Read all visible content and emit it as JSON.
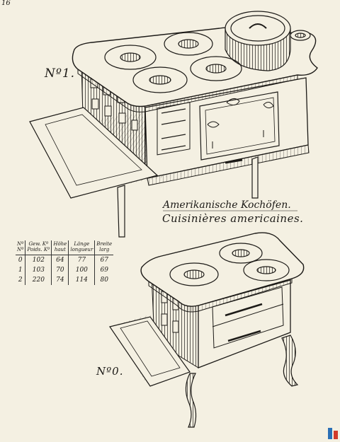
{
  "page_number": "16",
  "plate": {
    "label_no1": "Nº1.",
    "label_no0": "Nº0.",
    "caption_german": "Amerikanische Kochöfen.",
    "caption_french": "Cuisinières americaines."
  },
  "spec_table": {
    "headers": [
      [
        "Nº",
        "Nº"
      ],
      [
        "Gew. Kº",
        "Poids. Kº"
      ],
      [
        "Höhe",
        "haut"
      ],
      [
        "Länge",
        "longueur"
      ],
      [
        "Breite",
        "larg"
      ]
    ],
    "rows": [
      [
        "0",
        "102",
        "64",
        "77",
        "67"
      ],
      [
        "1",
        "103",
        "70",
        "100",
        "69"
      ],
      [
        "2",
        "220",
        "74",
        "114",
        "80"
      ]
    ]
  },
  "colors": {
    "paper": "#f4f0e2",
    "ink": "#1c1a17",
    "logo_blue": "#2a6fb5",
    "logo_red": "#d23a2a"
  }
}
